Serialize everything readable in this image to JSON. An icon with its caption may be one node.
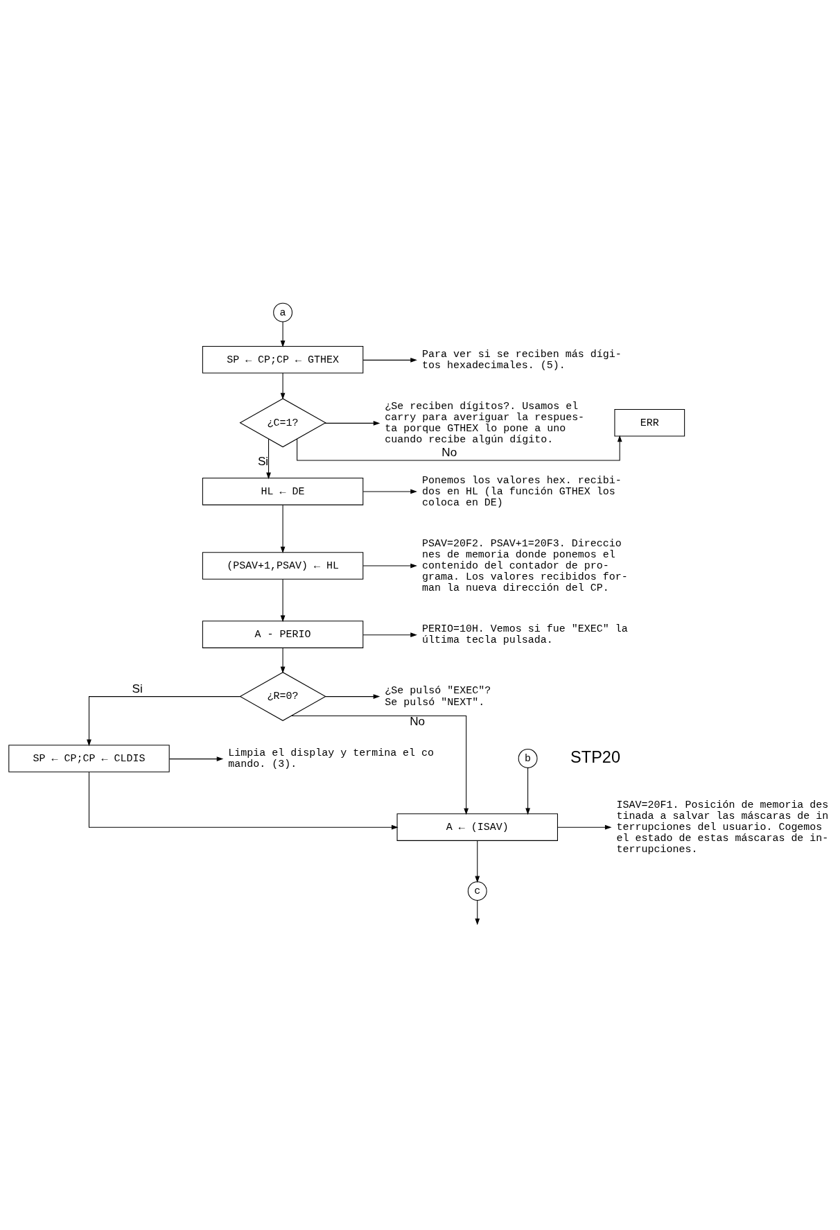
{
  "diagram": {
    "nodes": [
      {
        "text": [
          "a"
        ]
      },
      {
        "text": [
          "SP ← CP;CP ← GTHEX"
        ]
      },
      {
        "text": [
          "Para ver si se reciben más dígi- tos hexadecimales. (5)."
        ]
      },
      {
        "text": [
          "¿C=1?"
        ]
      },
      {
        "text": [
          "ERR"
        ]
      },
      {
        "text": [
          "¿Se reciben dígitos?. Usamos el carry para averiguar la respues- ta porque GTHEX lo pone a uno cuando recibe algún dígito."
        ]
      },
      {
        "text": [
          "HL ← DE"
        ]
      },
      {
        "text": [
          "Ponemos los valores hex. recibi- dos en HL (la función GTHEX los coloca en DE)"
        ]
      },
      {
        "text": [
          "(PSAV+1,PSAV) ← HL"
        ]
      },
      {
        "text": [
          "PSAV=20F2. PSAV+1=20F3. Direccio nes de memoria donde ponemos el contenido del contador de pro- grama. Los valores recibidos for- man la nueva dirección del CP."
        ]
      },
      {
        "text": [
          "A - PERIO"
        ]
      },
      {
        "text": [
          "PERIO=10H. Vemos si fue \"EXEC\" la última tecla pulsada."
        ]
      },
      {
        "text": [
          "¿R=0?"
        ]
      },
      {
        "text": [
          "¿Se pulsó \"EXEC\"?",
          "Se pulsó \"NEXT\"."
        ]
      },
      {
        "text": [
          "SP ← CP;CP ← CLDIS"
        ]
      },
      {
        "text": [
          "Limpia el display y termina el co mando. (3)."
        ]
      },
      {
        "text": [
          "b"
        ]
      },
      {
        "text": [
          "A ← (ISAV)"
        ]
      },
      {
        "text": [
          "ISAV=20F1. Posición de memoria des tinada a salvar las máscaras de in terrupciones del usuario. Cogemos el estado de estas máscaras de in- terrupciones."
        ]
      },
      {
        "text": [
          "c"
        ]
      }
    ],
    "edges": [
      {
        "from": 0,
        "to": 1,
        "arrow": "to"
      },
      {
        "from": 1,
        "to": 2,
        "arrow": "to"
      },
      {
        "from": 1,
        "to": 3,
        "arrow": "to"
      },
      {
        "from": 3,
        "to": 4,
        "arrow": "to",
        "label": "No"
      },
      {
        "from": 3,
        "to": 5,
        "arrow": "to"
      },
      {
        "from": 3,
        "to": 6,
        "arrow": "to",
        "label": "Si"
      },
      {
        "from": 6,
        "to": 7,
        "arrow": "to"
      },
      {
        "from": 6,
        "to": 8,
        "arrow": "to"
      },
      {
        "from": 8,
        "to": 9,
        "arrow": "to"
      },
      {
        "from": 8,
        "to": 10,
        "arrow": "to"
      },
      {
        "from": 10,
        "to": 11,
        "arrow": "to"
      },
      {
        "from": 10,
        "to": 12,
        "arrow": "to"
      },
      {
        "from": 12,
        "to": 13,
        "arrow": "to"
      },
      {
        "from": 12,
        "to": 14,
        "arrow": "to",
        "label": "Si"
      },
      {
        "from": 12,
        "to": 17,
        "arrow": "to",
        "label": "No"
      },
      {
        "from": 14,
        "to": 15,
        "arrow": "to"
      },
      {
        "from": 14,
        "to": 17,
        "arrow": "to"
      },
      {
        "from": 16,
        "to": 17,
        "arrow": "to"
      },
      {
        "from": 17,
        "to": 18,
        "arrow": "to"
      },
      {
        "from": 17,
        "to": 19,
        "arrow": "to"
      },
      {
        "from": 19,
        "to": null,
        "arrow": "to"
      }
    ],
    "labels": [
      "STP20"
    ]
  }
}
